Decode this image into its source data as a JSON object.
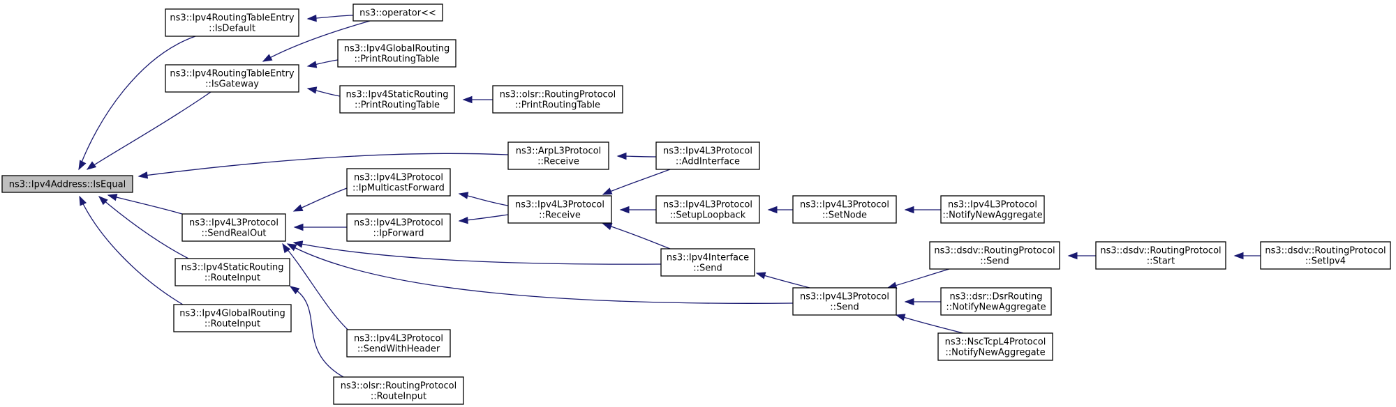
{
  "diagram": {
    "nodes": [
      {
        "id": "root",
        "lines": [
          "ns3::Ipv4Address::IsEqual"
        ]
      },
      {
        "id": "rte_default",
        "lines": [
          "ns3::Ipv4RoutingTableEntry",
          "::IsDefault"
        ]
      },
      {
        "id": "op_out",
        "lines": [
          "ns3::operator<<"
        ]
      },
      {
        "id": "rte_gateway",
        "lines": [
          "ns3::Ipv4RoutingTableEntry",
          "::IsGateway"
        ]
      },
      {
        "id": "glob_print",
        "lines": [
          "ns3::Ipv4GlobalRouting",
          "::PrintRoutingTable"
        ]
      },
      {
        "id": "static_print",
        "lines": [
          "ns3::Ipv4StaticRouting",
          "::PrintRoutingTable"
        ]
      },
      {
        "id": "olsr_print",
        "lines": [
          "ns3::olsr::RoutingProtocol",
          "::PrintRoutingTable"
        ]
      },
      {
        "id": "arp_recv",
        "lines": [
          "ns3::ArpL3Protocol",
          "::Receive"
        ]
      },
      {
        "id": "l3_addif",
        "lines": [
          "ns3::Ipv4L3Protocol",
          "::AddInterface"
        ]
      },
      {
        "id": "l3_mcast",
        "lines": [
          "ns3::Ipv4L3Protocol",
          "::IpMulticastForward"
        ]
      },
      {
        "id": "l3_recv",
        "lines": [
          "ns3::Ipv4L3Protocol",
          "::Receive"
        ]
      },
      {
        "id": "l3_loop",
        "lines": [
          "ns3::Ipv4L3Protocol",
          "::SetupLoopback"
        ]
      },
      {
        "id": "l3_setnode",
        "lines": [
          "ns3::Ipv4L3Protocol",
          "::SetNode"
        ]
      },
      {
        "id": "l3_notify",
        "lines": [
          "ns3::Ipv4L3Protocol",
          "::NotifyNewAggregate"
        ]
      },
      {
        "id": "l3_sendreal",
        "lines": [
          "ns3::Ipv4L3Protocol",
          "::SendRealOut"
        ]
      },
      {
        "id": "l3_ipfwd",
        "lines": [
          "ns3::Ipv4L3Protocol",
          "::IpForward"
        ]
      },
      {
        "id": "if_send",
        "lines": [
          "ns3::Ipv4Interface",
          "::Send"
        ]
      },
      {
        "id": "static_rin",
        "lines": [
          "ns3::Ipv4StaticRouting",
          "::RouteInput"
        ]
      },
      {
        "id": "l3_send",
        "lines": [
          "ns3::Ipv4L3Protocol",
          "::Send"
        ]
      },
      {
        "id": "dsdv_send",
        "lines": [
          "ns3::dsdv::RoutingProtocol",
          "::Send"
        ]
      },
      {
        "id": "dsdv_start",
        "lines": [
          "ns3::dsdv::RoutingProtocol",
          "::Start"
        ]
      },
      {
        "id": "dsdv_setipv4",
        "lines": [
          "ns3::dsdv::RoutingProtocol",
          "::SetIpv4"
        ]
      },
      {
        "id": "dsr_notify",
        "lines": [
          "ns3::dsr::DsrRouting",
          "::NotifyNewAggregate"
        ]
      },
      {
        "id": "nsc_notify",
        "lines": [
          "ns3::NscTcpL4Protocol",
          "::NotifyNewAggregate"
        ]
      },
      {
        "id": "glob_rin",
        "lines": [
          "ns3::Ipv4GlobalRouting",
          "::RouteInput"
        ]
      },
      {
        "id": "l3_sendhdr",
        "lines": [
          "ns3::Ipv4L3Protocol",
          "::SendWithHeader"
        ]
      },
      {
        "id": "olsr_rin",
        "lines": [
          "ns3::olsr::RoutingProtocol",
          "::RouteInput"
        ]
      }
    ],
    "edges": [
      {
        "from": "rte_default",
        "to": "root"
      },
      {
        "from": "rte_gateway",
        "to": "root"
      },
      {
        "from": "arp_recv",
        "to": "root"
      },
      {
        "from": "l3_sendreal",
        "to": "root"
      },
      {
        "from": "static_rin",
        "to": "root"
      },
      {
        "from": "glob_rin",
        "to": "root"
      },
      {
        "from": "op_out",
        "to": "rte_default"
      },
      {
        "from": "op_out",
        "to": "rte_gateway"
      },
      {
        "from": "glob_print",
        "to": "rte_gateway"
      },
      {
        "from": "static_print",
        "to": "rte_gateway"
      },
      {
        "from": "olsr_print",
        "to": "static_print"
      },
      {
        "from": "l3_addif",
        "to": "arp_recv"
      },
      {
        "from": "l3_mcast",
        "to": "l3_sendreal"
      },
      {
        "from": "l3_ipfwd",
        "to": "l3_sendreal"
      },
      {
        "from": "if_send",
        "to": "l3_sendreal"
      },
      {
        "from": "l3_send",
        "to": "l3_sendreal"
      },
      {
        "from": "l3_sendhdr",
        "to": "l3_sendreal"
      },
      {
        "from": "l3_recv",
        "to": "l3_mcast"
      },
      {
        "from": "l3_recv",
        "to": "l3_ipfwd"
      },
      {
        "from": "l3_addif",
        "to": "l3_recv"
      },
      {
        "from": "l3_loop",
        "to": "l3_recv"
      },
      {
        "from": "if_send",
        "to": "l3_recv"
      },
      {
        "from": "l3_setnode",
        "to": "l3_loop"
      },
      {
        "from": "l3_notify",
        "to": "l3_setnode"
      },
      {
        "from": "l3_send",
        "to": "if_send"
      },
      {
        "from": "dsdv_send",
        "to": "l3_send"
      },
      {
        "from": "dsr_notify",
        "to": "l3_send"
      },
      {
        "from": "nsc_notify",
        "to": "l3_send"
      },
      {
        "from": "dsdv_start",
        "to": "dsdv_send"
      },
      {
        "from": "dsdv_setipv4",
        "to": "dsdv_start"
      },
      {
        "from": "olsr_rin",
        "to": "static_rin"
      }
    ]
  }
}
